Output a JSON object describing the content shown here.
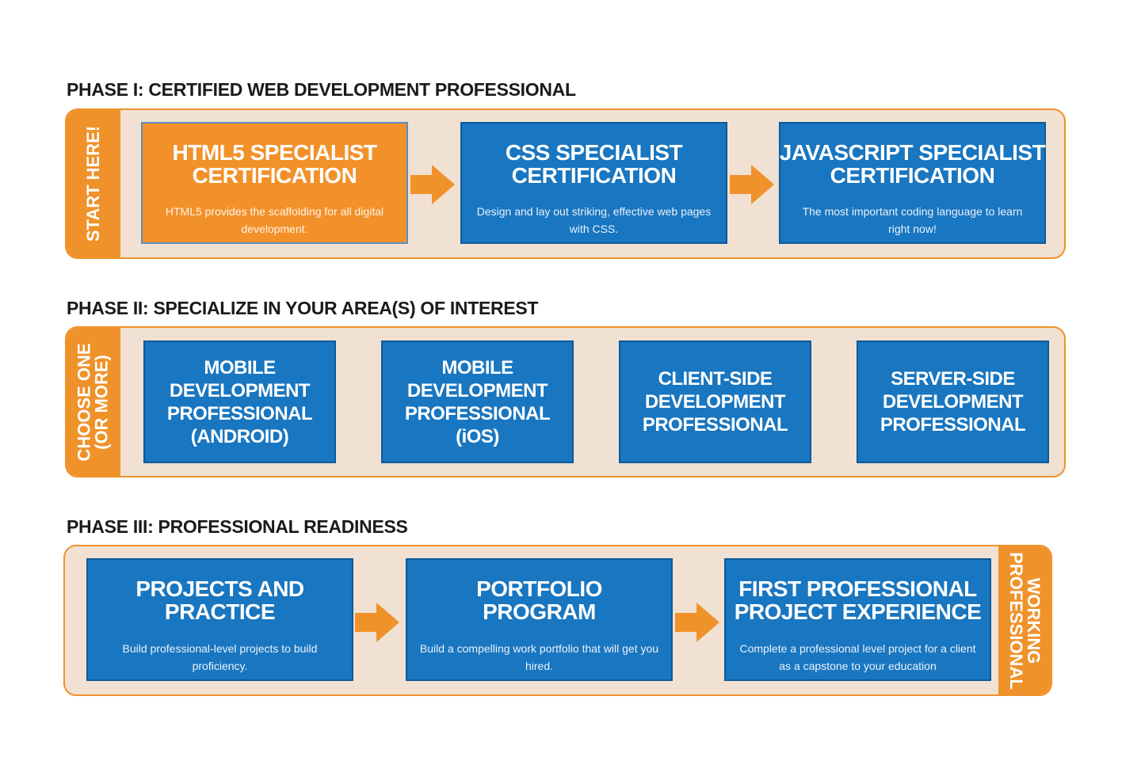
{
  "phases": [
    {
      "title": "PHASE I: CERTIFIED WEB DEVELOPMENT PROFESSIONAL",
      "tab": "START HERE!",
      "cards": [
        {
          "title": "HTML5 SPECIALIST\nCERTIFICATION",
          "desc": "HTML5 provides the scaffolding for all digital development.",
          "color": "orange"
        },
        {
          "title": "CSS SPECIALIST\nCERTIFICATION",
          "desc": "Design and lay out striking, effective web pages with CSS.",
          "color": "blue"
        },
        {
          "title": "JAVASCRIPT SPECIALIST\nCERTIFICATION",
          "desc": "The most important coding language to learn right now!",
          "color": "blue"
        }
      ]
    },
    {
      "title": "PHASE II: SPECIALIZE IN YOUR AREA(S) OF INTEREST",
      "tab": "CHOOSE ONE\n(OR MORE)",
      "cards": [
        {
          "title": "MOBILE\nDEVELOPMENT\nPROFESSIONAL\n(ANDROID)"
        },
        {
          "title": "MOBILE\nDEVELOPMENT\nPROFESSIONAL\n(iOS)"
        },
        {
          "title": "CLIENT-SIDE\nDEVELOPMENT\nPROFESSIONAL"
        },
        {
          "title": "SERVER-SIDE\nDEVELOPMENT\nPROFESSIONAL"
        }
      ]
    },
    {
      "title": "PHASE III: PROFESSIONAL READINESS",
      "tab": "WORKING\nPROFESSIONAL",
      "cards": [
        {
          "title": "PROJECTS AND\nPRACTICE",
          "desc": "Build professional-level projects to build proficiency."
        },
        {
          "title": "PORTFOLIO\nPROGRAM",
          "desc": "Build a compelling work portfolio that will get you hired."
        },
        {
          "title": "FIRST PROFESSIONAL\nPROJECT EXPERIENCE",
          "desc": "Complete a professional level project for a client as a capstone to your education"
        }
      ]
    }
  ],
  "colors": {
    "orange": "#f2912a",
    "blue": "#1976c0",
    "band_fill": "#f0e1d3",
    "arrow": "#f0922a"
  },
  "icons": {
    "arrow": "right-arrow-icon"
  }
}
